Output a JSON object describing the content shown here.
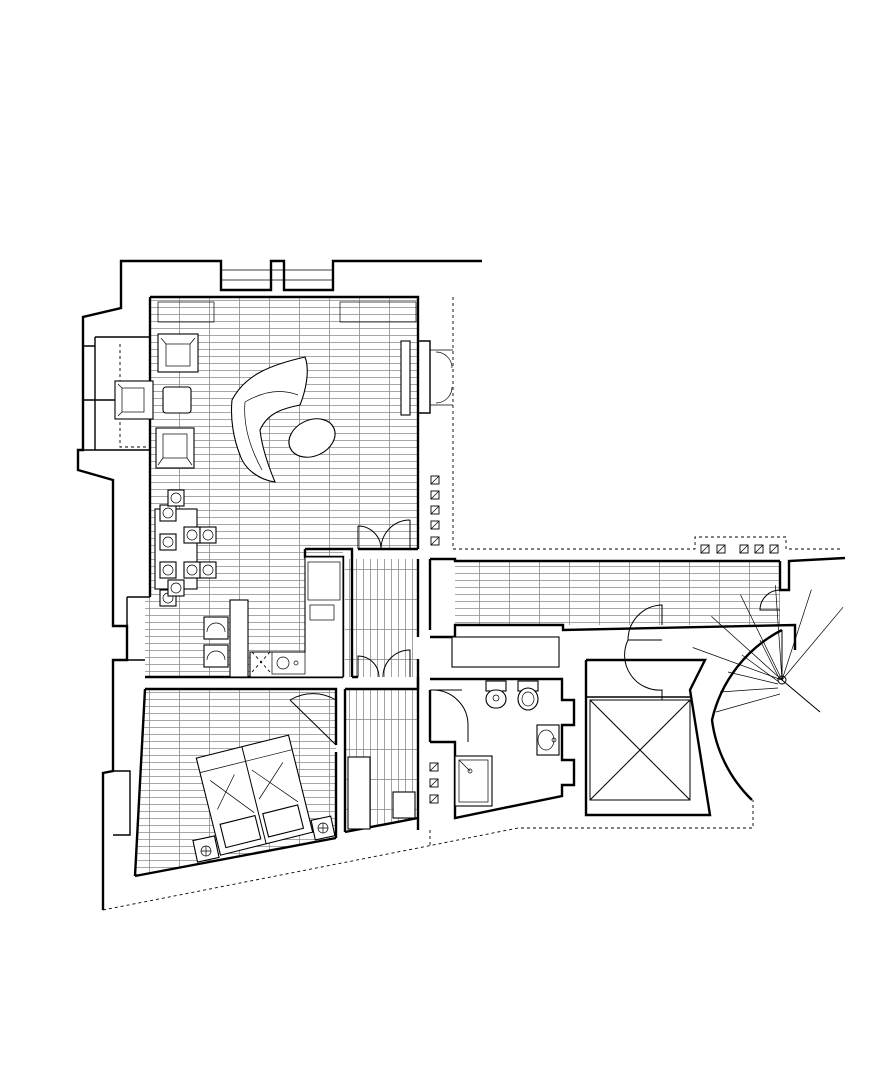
{
  "colors": {
    "paper": "#ffffff",
    "ink": "#000000",
    "floor_lines": "#8a8a8a"
  },
  "rooms": [
    {
      "id": "living-dining-kitchen"
    },
    {
      "id": "bedroom"
    },
    {
      "id": "closet"
    },
    {
      "id": "hallway"
    },
    {
      "id": "corridor"
    },
    {
      "id": "bathroom"
    },
    {
      "id": "stairwell"
    }
  ],
  "icons": [
    "sofa-icon",
    "armchair-icon",
    "dining-table-icon",
    "chair-icon",
    "bed-icon",
    "toilet-icon",
    "bidet-icon",
    "sink-icon",
    "shower-icon",
    "stove-icon",
    "door-icon",
    "spiral-stair-icon",
    "column-marker-icon"
  ]
}
